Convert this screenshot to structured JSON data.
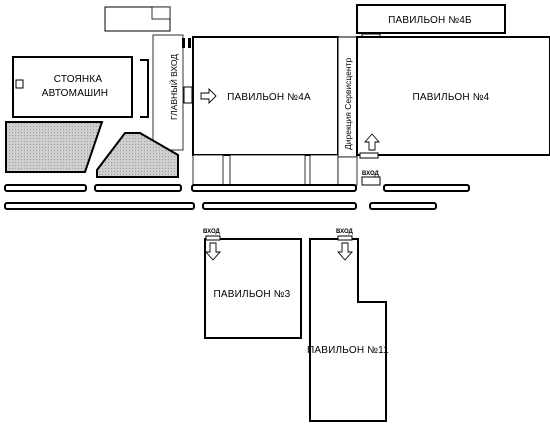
{
  "labels": {
    "parking_line1": "СТОЯНКА",
    "parking_line2": "АВТОМАШИН",
    "main_entrance": "ГЛАВНЫЙ ВХОД",
    "pavilion_4a": "ПАВИЛЬОН №4А",
    "pavilion_4": "ПАВИЛЬОН №4",
    "pavilion_4b": "ПАВИЛЬОН №4Б",
    "pavilion_3": "ПАВИЛЬОН №3",
    "pavilion_11": "ПАВИЛЬОН №11",
    "service_center": "Дирекция Сервисцентр",
    "entrance": "ВХОД"
  },
  "colors": {
    "outline": "#000000",
    "hatched_area": "#c8c8c8",
    "background": "#ffffff"
  }
}
